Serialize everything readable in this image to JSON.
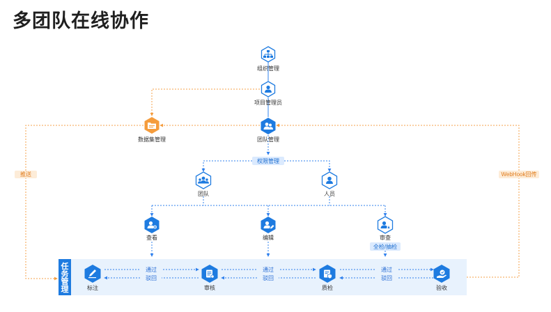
{
  "title": "多团队在线协作",
  "nodes": {
    "org": "组织管理",
    "pm": "项目管理员",
    "team_mgmt": "团队管理",
    "dataset": "数据集管理",
    "team": "团队",
    "member": "人员",
    "view": "查看",
    "edit": "编辑",
    "review": "审查",
    "annotate": "标注",
    "audit": "审核",
    "qc": "质检",
    "accept": "验收"
  },
  "tags": {
    "permission": "权限管理",
    "full_sample": "全检/抽检",
    "push": "推送",
    "webhook": "WebHook回传"
  },
  "task_panel": {
    "label_chars": [
      "任",
      "务",
      "管",
      "理"
    ],
    "pass": "通过",
    "reject": "驳回"
  },
  "colors": {
    "primary": "#1e7be0",
    "line_blue": "#2f80ed",
    "orange": "#f59c3c",
    "orange_light": "#fdecd8",
    "pill_blue": "#dbeafe",
    "panel_bg": "#e8f2fd",
    "side_bar": "#1e7be0"
  },
  "icons": {
    "org": "org-tree-icon",
    "pm": "user-icon",
    "team_mgmt": "users-icon",
    "dataset": "folder-icon",
    "team": "group-icon",
    "member": "user-icon",
    "view": "user-view-icon",
    "edit": "user-edit-icon",
    "review": "user-review-icon",
    "annotate": "pen-icon",
    "audit": "clipboard-icon",
    "qc": "shield-doc-icon",
    "accept": "hand-check-icon"
  }
}
